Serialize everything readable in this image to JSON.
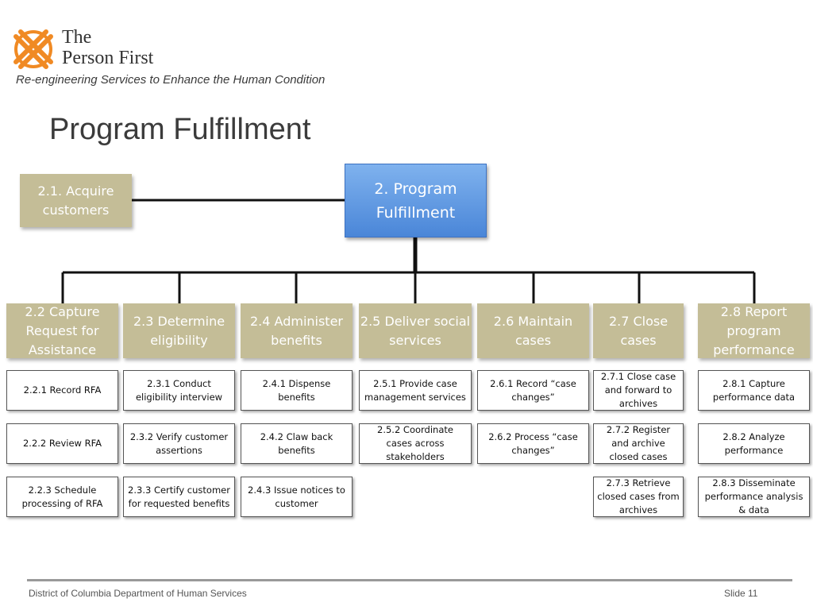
{
  "logo": {
    "name_line1": "The",
    "name_line2": "Person First",
    "tagline": "Re-engineering Services to Enhance the Human Condition",
    "accent_color": "#f08a24"
  },
  "title": "Program Fulfillment",
  "top_node": {
    "label": "2. Program Fulfillment",
    "color": "#5b95e0"
  },
  "side_node": {
    "label": "2.1. Acquire customers",
    "color": "#c4bd97"
  },
  "columns": [
    {
      "label": "2.2 Capture Request for Assistance",
      "tasks": [
        "2.2.1 Record RFA",
        "2.2.2 Review RFA",
        "2.2.3 Schedule processing of RFA"
      ]
    },
    {
      "label": "2.3 Determine eligibility",
      "tasks": [
        "2.3.1 Conduct eligibility interview",
        "2.3.2 Verify customer assertions",
        "2.3.3 Certify customer for requested benefits"
      ]
    },
    {
      "label": "2.4 Administer benefits",
      "tasks": [
        "2.4.1 Dispense benefits",
        "2.4.2 Claw back benefits",
        "2.4.3 Issue notices to customer"
      ]
    },
    {
      "label": "2.5 Deliver social services",
      "tasks": [
        "2.5.1 Provide case management services",
        "2.5.2 Coordinate cases across stakeholders"
      ]
    },
    {
      "label": "2.6 Maintain cases",
      "tasks": [
        "2.6.1 Record “case changes”",
        "2.6.2 Process “case changes”"
      ]
    },
    {
      "label": "2.7 Close cases",
      "tasks": [
        "2.7.1 Close case and forward to archives",
        "2.7.2 Register and archive closed cases",
        "2.7.3 Retrieve closed cases from archives"
      ]
    },
    {
      "label": "2.8 Report program performance",
      "tasks": [
        "2.8.1 Capture performance data",
        "2.8.2 Analyze performance",
        "2.8.3 Disseminate performance analysis & data"
      ]
    }
  ],
  "footer": {
    "left": "District of Columbia Department of Human Services",
    "right": "Slide 11"
  }
}
